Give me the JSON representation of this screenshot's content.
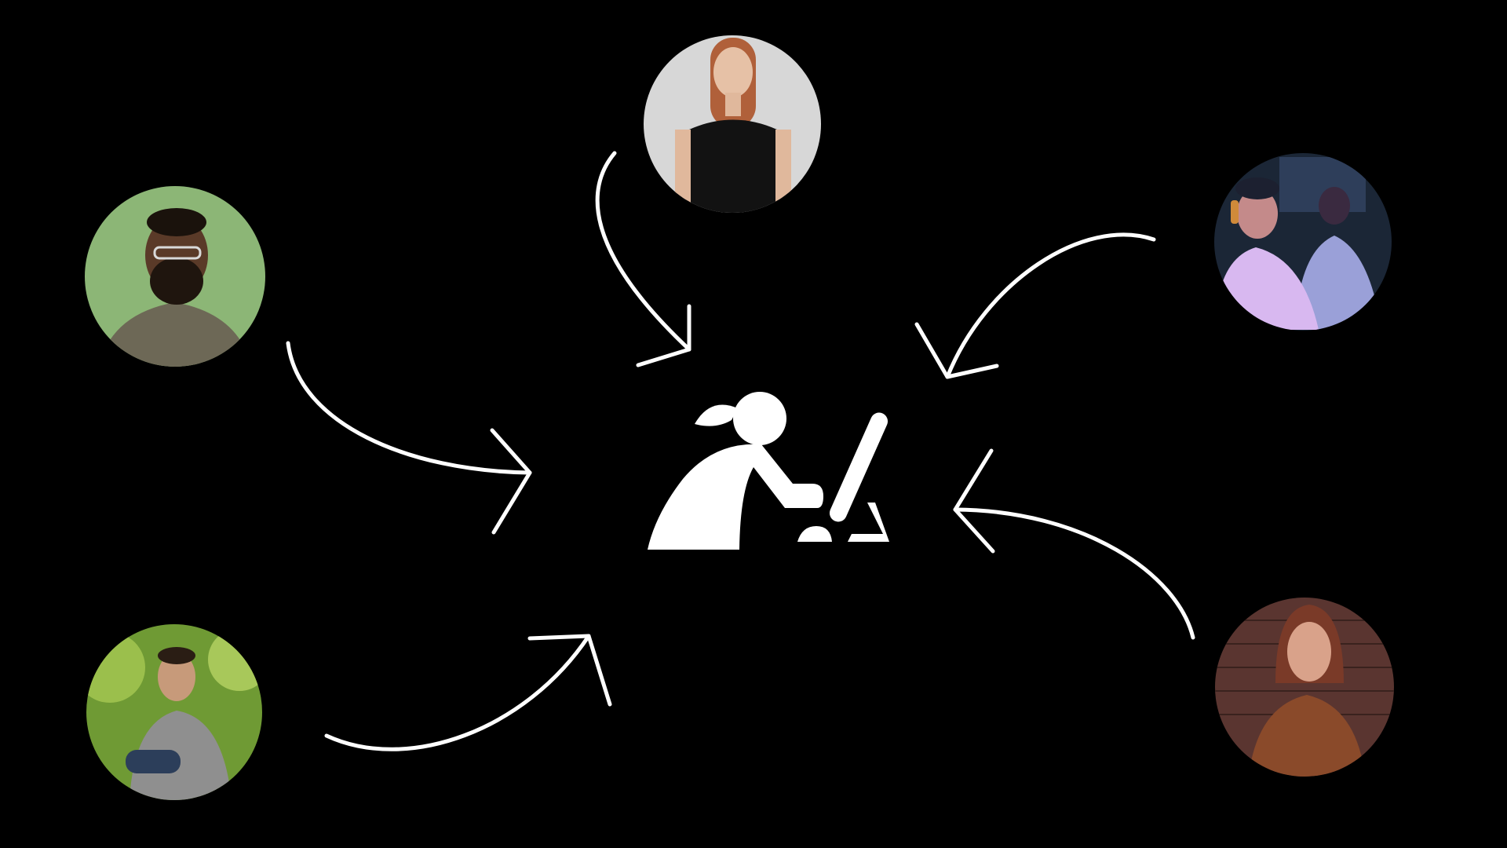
{
  "colors": {
    "background": "#000000",
    "line": "#ffffff",
    "icon": "#ffffff"
  },
  "center": {
    "icon": "person-at-computer-icon"
  },
  "nodes": [
    {
      "id": "top-woman",
      "icon": "woman-black-top-photo",
      "palette": [
        "#d9d9d9",
        "#bfbfbf",
        "#111111",
        "#e4bca0",
        "#b0603a"
      ]
    },
    {
      "id": "left-man-glasses",
      "icon": "bearded-man-glasses-photo",
      "palette": [
        "#8fb87a",
        "#7aa466",
        "#6f6a58",
        "#5a3a28",
        "#1a120c"
      ]
    },
    {
      "id": "bottom-left-man",
      "icon": "man-outdoors-photo",
      "palette": [
        "#9bbf4c",
        "#5f8a2c",
        "#8f8f8f",
        "#c79a7a",
        "#2a1d14"
      ]
    },
    {
      "id": "right-gamers",
      "icon": "gamers-headphones-photo",
      "palette": [
        "#1a2a3a",
        "#3a4a6a",
        "#d8c0ff",
        "#c48a8a",
        "#1c2030"
      ]
    },
    {
      "id": "bottom-right-woman",
      "icon": "redhead-woman-portrait-photo",
      "palette": [
        "#5a3530",
        "#7a4a3a",
        "#d9a28a",
        "#8a4a2a",
        "#3a2a20"
      ]
    }
  ]
}
